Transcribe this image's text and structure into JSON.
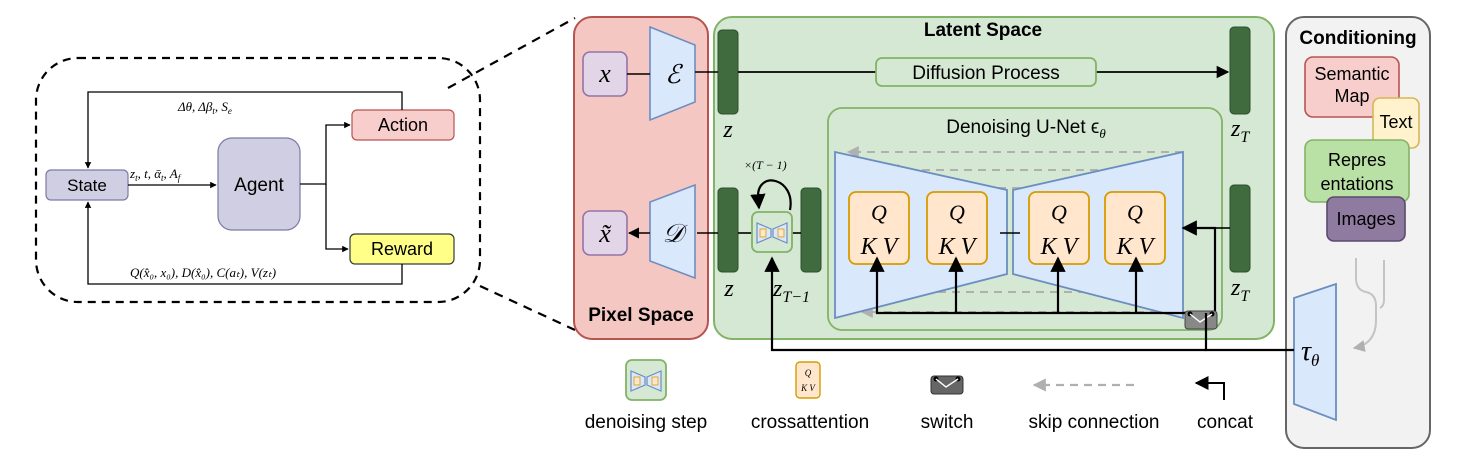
{
  "agent_panel": {
    "state": "State",
    "agent": "Agent",
    "action": "Action",
    "reward": "Reward",
    "feedback_label": "Δθ, Δβ",
    "feedback_sub_t": "t",
    "feedback_se": ", S",
    "feedback_sub_e": "e",
    "obs_z": "z",
    "obs_sub_t": "t",
    "obs_t": ", t, ",
    "obs_alpha": "ᾱ",
    "obs_sub_t2": "t",
    "obs_a": ", A",
    "obs_sub_f": "f",
    "reward_label": "Q(x̂₀, x₀), D(x̂₀), C(aₜ), V(zₜ)"
  },
  "pixel_space": {
    "title": "Pixel Space",
    "x": "x",
    "x_tilde": "x̃",
    "encoder": "ℰ",
    "decoder": "𝒟"
  },
  "latent_space": {
    "title": "Latent Space",
    "diffusion": "Diffusion Process",
    "unet_title": "Denoising U-Net ϵ",
    "unet_sub": "θ",
    "z": "z",
    "zT_main": "z",
    "zT_sub": "T",
    "zT1_main": "z",
    "zT1_sub": "T−1",
    "repeat": "×(T − 1)",
    "attn": [
      {
        "q": "Q",
        "kv": "K V"
      },
      {
        "q": "Q",
        "kv": "K V"
      },
      {
        "q": "Q",
        "kv": "K V"
      },
      {
        "q": "Q",
        "kv": "K V"
      }
    ]
  },
  "conditioning": {
    "title": "Conditioning",
    "semantic_1": "Semantic",
    "semantic_2": "Map",
    "text": "Text",
    "repr_1": "Repres",
    "repr_2": "entations",
    "images": "Images",
    "tau": "τ",
    "tau_sub": "θ"
  },
  "legend": {
    "denoising_step": "denoising step",
    "crossattention": "crossattention",
    "switch": "switch",
    "skip": "skip connection",
    "concat": "concat"
  },
  "colors": {
    "pixel_fill": "#f4c7c3",
    "pixel_stroke": "#b85450",
    "latent_fill": "#d5e8d4",
    "latent_stroke": "#82b366",
    "bar": "#3f6b3f",
    "trap_fill": "#dae8fc",
    "trap_stroke": "#6c8ebf",
    "attn_fill": "#ffe6cc",
    "attn_stroke": "#d79b00",
    "state_fill": "#d0cee2",
    "action_fill": "#f8cecc",
    "reward_fill": "#ffff88"
  }
}
